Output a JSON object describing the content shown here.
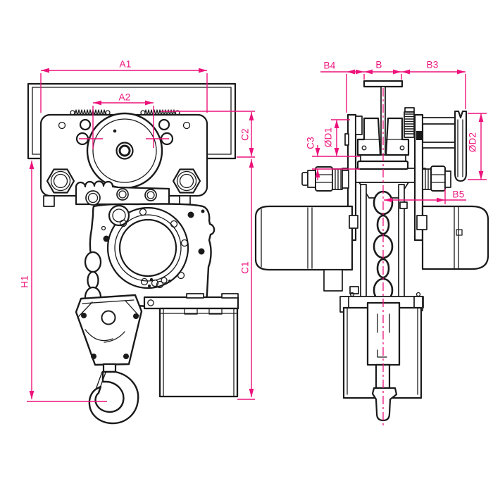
{
  "colors": {
    "dimension": "#ec137b",
    "line": "#1a1a1a",
    "background": "#ffffff"
  },
  "front_view": {
    "labels": {
      "a1": "A1",
      "a2": "A2",
      "c2": "C2",
      "c1": "C1",
      "h1": "H1"
    }
  },
  "side_view": {
    "labels": {
      "b4": "B4",
      "b": "B",
      "b3": "B3",
      "c3": "C3",
      "od1": "ØD1",
      "od2": "ØD2",
      "b5": "B5"
    }
  }
}
